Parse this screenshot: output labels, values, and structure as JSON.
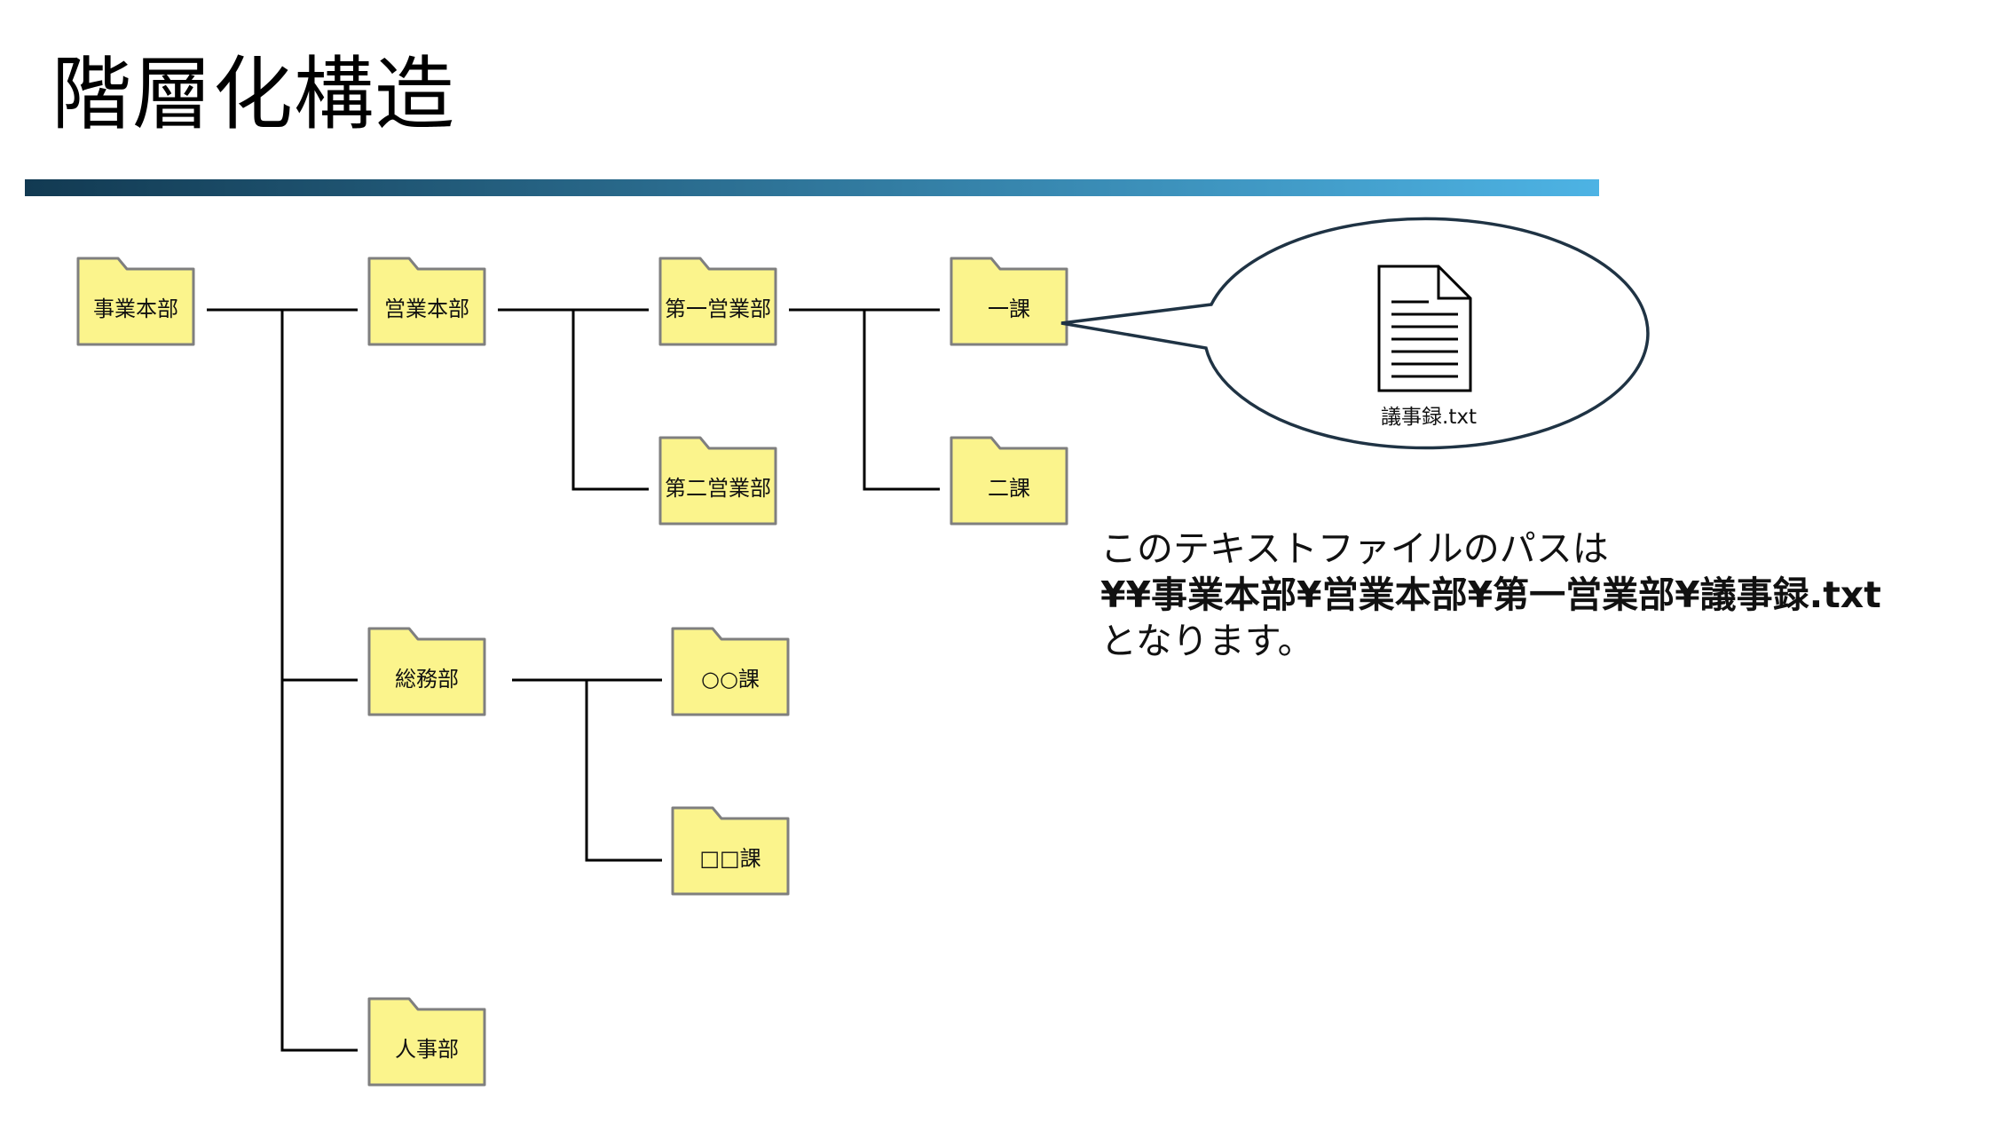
{
  "title": "階層化構造",
  "colors": {
    "folder_fill": "#FBF48C",
    "folder_stroke": "#7F7F7F",
    "line": "#000000",
    "bubble_stroke": "#1F3344",
    "bar_start": "#123A52",
    "bar_end": "#4DB3E4"
  },
  "tree": {
    "folders": {
      "root": {
        "label": "事業本部",
        "icon": "folder-icon"
      },
      "eigyo": {
        "label": "営業本部",
        "icon": "folder-icon"
      },
      "daiichi": {
        "label": "第一営業部",
        "icon": "folder-icon"
      },
      "daini": {
        "label": "第二営業部",
        "icon": "folder-icon"
      },
      "ikka": {
        "label": "一課",
        "icon": "folder-icon"
      },
      "nika": {
        "label": "二課",
        "icon": "folder-icon"
      },
      "somu": {
        "label": "総務部",
        "icon": "folder-icon"
      },
      "marumaru": {
        "label": "○○課",
        "icon": "folder-icon"
      },
      "shikaku": {
        "label": "□□課",
        "icon": "folder-icon"
      },
      "jinji": {
        "label": "人事部",
        "icon": "folder-icon"
      }
    }
  },
  "callout": {
    "file_name": "議事録.txt",
    "icon": "text-file-icon"
  },
  "explanation": {
    "line1": "このテキストファイルのパスは",
    "path": "¥¥事業本部¥営業本部¥第一営業部¥議事録.txt",
    "line3": "となります。"
  }
}
